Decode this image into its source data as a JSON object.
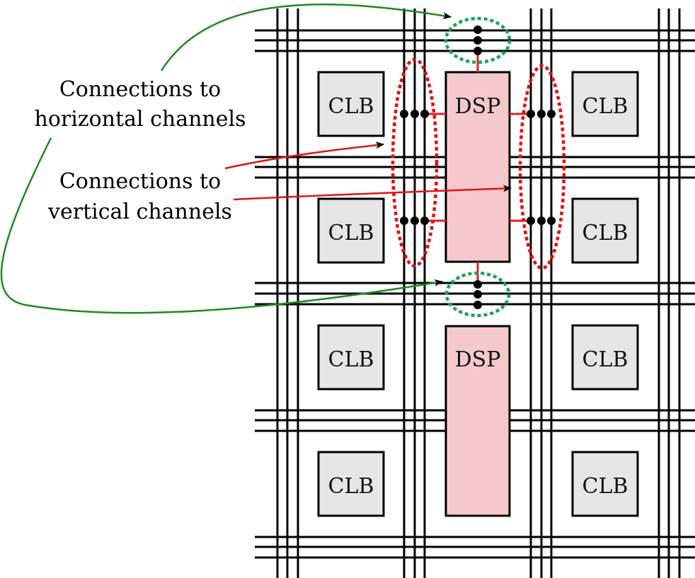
{
  "labels": {
    "horizontal_line1": "Connections to",
    "horizontal_line2": "horizontal channels",
    "vertical_line1": "Connections to",
    "vertical_line2": "vertical channels"
  },
  "blocks": {
    "clb_label": "CLB",
    "dsp_label": "DSP"
  },
  "colors": {
    "wire": "#000000",
    "clb_fill": "#e6e6e6",
    "dsp_fill": "#f5c9cc",
    "dsp_connection": "#e02020",
    "vertical_highlight": "#e01010",
    "horizontal_highlight": "#1aa355",
    "horizontal_arrow": "#1f8a1f",
    "vertical_arrow": "#e01515"
  }
}
